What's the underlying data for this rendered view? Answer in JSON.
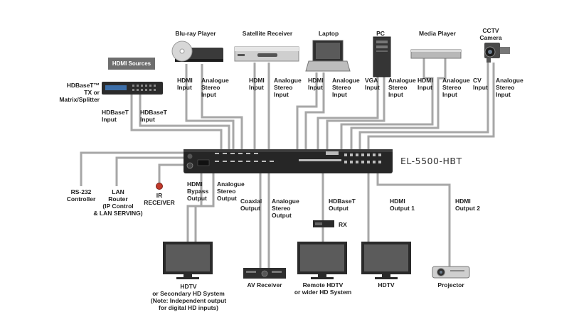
{
  "hdmi_sources_badge": "HDMI Sources",
  "device_model": "EL-5500-HBT",
  "sources": {
    "bluray": {
      "title": "Blu-ray Player",
      "port1": "HDMI\nInput",
      "port2": "Analogue\nStereo\nInput"
    },
    "satellite": {
      "title": "Satellite Receiver",
      "port1": "HDMI\nInput",
      "port2": "Analogue\nStereo\nInput"
    },
    "laptop": {
      "title": "Laptop",
      "port1": "HDMI\nInput",
      "port2": "Analogue\nStereo\nInput"
    },
    "pc": {
      "title": "PC",
      "port1": "VGA\nInput",
      "port2": "Analogue\nStereo\nInput"
    },
    "media": {
      "title": "Media Player",
      "port1": "HDMI\nInput",
      "port2": "Analogue\nStereo\nInput"
    },
    "cctv": {
      "title": "CCTV\nCamera",
      "port1": "CV\nInput",
      "port2": "Analogue\nStereo\nInput"
    }
  },
  "hdbaset_source": {
    "title": "HDBaseT™\nTX or Matrix/Splitter",
    "port1": "HDBaseT\nInput",
    "port2": "HDBaseT\nInput"
  },
  "control": {
    "rs232": "RS-232\nController",
    "lan": "LAN\nRouter\n(IP Control\n& LAN SERVING)",
    "ir": "IR\nRECEIVER"
  },
  "outputs": {
    "hdmi_bypass": "HDMI\nBypass\nOutput",
    "analogue_stereo_1": "Analogue\nStereo\nOutput",
    "coaxial": "Coaxial\nOutput",
    "analogue_stereo_2": "Analogue\nStereo\nOutput",
    "hdbaset": "HDBaseT\nOutput",
    "hdmi_out1": "HDMI\nOutput 1",
    "hdmi_out2": "HDMI\nOutput 2"
  },
  "sinks": {
    "hdtv_secondary": "HDTV\nor Secondary HD System\n(Note: Independent output\nfor digital HD inputs)",
    "av_receiver": "AV Receiver",
    "rx": "RX",
    "remote_hdtv": "Remote HDTV\nor wider HD System",
    "hdtv": "HDTV",
    "projector": "Projector"
  },
  "colors": {
    "cable": "#a7a7a7",
    "device": "#2b2b2b",
    "badge": "#6e6e6e",
    "ir_led": "#c0392b"
  }
}
